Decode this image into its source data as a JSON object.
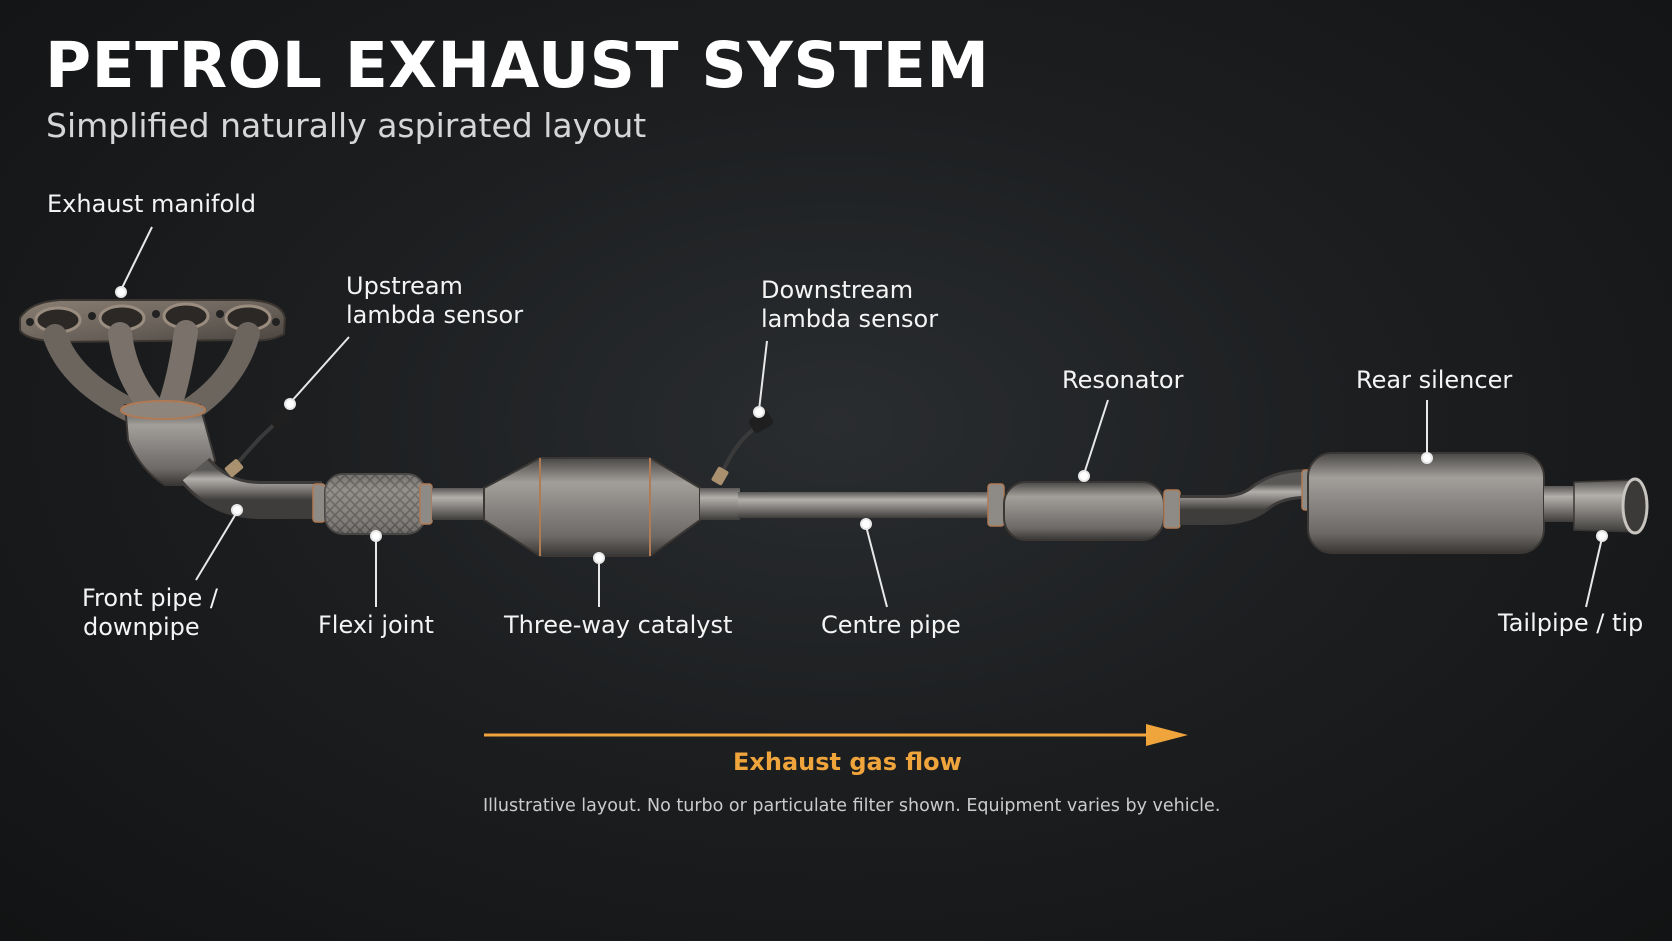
{
  "title": "PETROL EXHAUST SYSTEM",
  "subtitle": "Simplified naturally aspirated layout",
  "labels": {
    "exhaust_manifold": "Exhaust manifold",
    "upstream_lambda_1": "Upstream",
    "upstream_lambda_2": "lambda sensor",
    "downstream_lambda_1": "Downstream",
    "downstream_lambda_2": "lambda sensor",
    "resonator": "Resonator",
    "rear_silencer": "Rear silencer",
    "front_pipe_1": "Front pipe /",
    "front_pipe_2": "downpipe",
    "flexi_joint": "Flexi joint",
    "three_way_catalyst": "Three-way catalyst",
    "centre_pipe": "Centre pipe",
    "tailpipe": "Tailpipe / tip"
  },
  "flow": {
    "label": "Exhaust gas flow",
    "color": "#f0a43c"
  },
  "footnote": "Illustrative layout. No turbo or particulate filter shown. Equipment varies by vehicle.",
  "colors": {
    "background": "#17191b",
    "metal": "#8a8784",
    "copper_weld": "#b07a55"
  }
}
